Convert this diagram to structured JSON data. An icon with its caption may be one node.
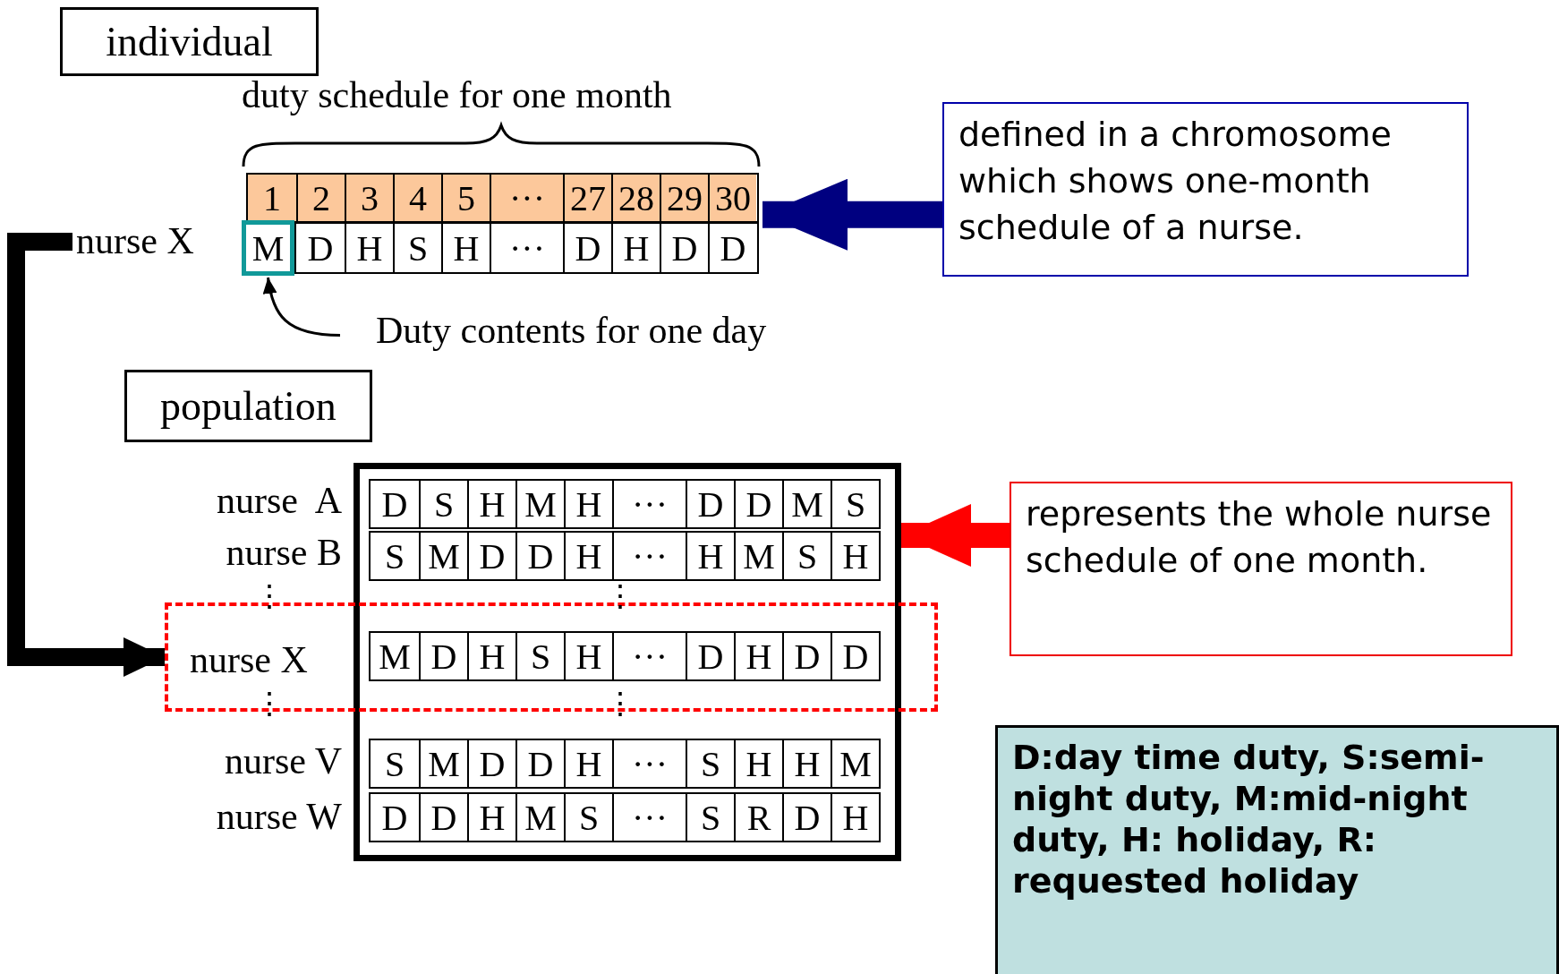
{
  "diagram": {
    "nodes": [
      {
        "text": [
          "individual"
        ]
      },
      {
        "text": [
          "1",
          "2",
          "3",
          "4",
          "5",
          "···",
          "27",
          "28",
          "29",
          "30"
        ]
      },
      {
        "text": [
          "D",
          "H",
          "S",
          "H",
          "···",
          "D",
          "H",
          "D",
          "D"
        ]
      },
      {
        "text": [
          "M"
        ]
      },
      {
        "text": [
          "nurse X"
        ]
      },
      {
        "text": [
          "defined in a chromosome which shows one-month schedule of a nurse."
        ]
      },
      {
        "text": [
          "Duty contents for one day"
        ]
      },
      {
        "text": [
          "population"
        ]
      },
      {
        "text": [],
        "shape": "box"
      },
      {
        "text": [
          "D",
          "S",
          "H",
          "M",
          "H",
          "···",
          "D",
          "D",
          "M",
          "S"
        ],
        "in": 8,
        "beside": [
          "nurse  A"
        ]
      },
      {
        "text": [
          "S",
          "M",
          "D",
          "D",
          "H",
          "···",
          "H",
          "M",
          "S",
          "H"
        ],
        "in": 8,
        "beside": [
          "nurse B"
        ]
      },
      {
        "text": [],
        "shape": "box"
      },
      {
        "text": [
          "nurse X"
        ],
        "in": 11
      },
      {
        "text": [
          "M",
          "D",
          "H",
          "S",
          "H",
          "···",
          "D",
          "H",
          "D",
          "D"
        ]
      },
      {
        "text": [
          "S",
          "M",
          "D",
          "D",
          "H",
          "···",
          "S",
          "H",
          "H",
          "M"
        ],
        "in": 8,
        "beside": [
          "nurse V"
        ]
      },
      {
        "text": [
          "D",
          "D",
          "H",
          "M",
          "S",
          "···",
          "S",
          "R",
          "D",
          "H"
        ],
        "in": 8,
        "beside": [
          "nurse W"
        ]
      },
      {
        "text": [
          "represents the whole nurse schedule of one month."
        ]
      },
      {
        "text": [
          "D:day time duty, S:semi-night duty, M:mid-night duty, H: holiday, R: requested holiday"
        ]
      }
    ],
    "edges": [
      {
        "from": 5,
        "to": 2,
        "arrow": "to",
        "color": "#000080"
      },
      {
        "from": 16,
        "to": 8,
        "arrow": "to",
        "color": "#ff0000"
      },
      {
        "from": 4,
        "to": 11,
        "arrow": "to"
      },
      {
        "from": 6,
        "to": 3,
        "arrow": "to"
      }
    ],
    "labels": [
      "duty schedule for one month",
      "⋮",
      "⋮",
      "⋮",
      "⋮"
    ]
  }
}
